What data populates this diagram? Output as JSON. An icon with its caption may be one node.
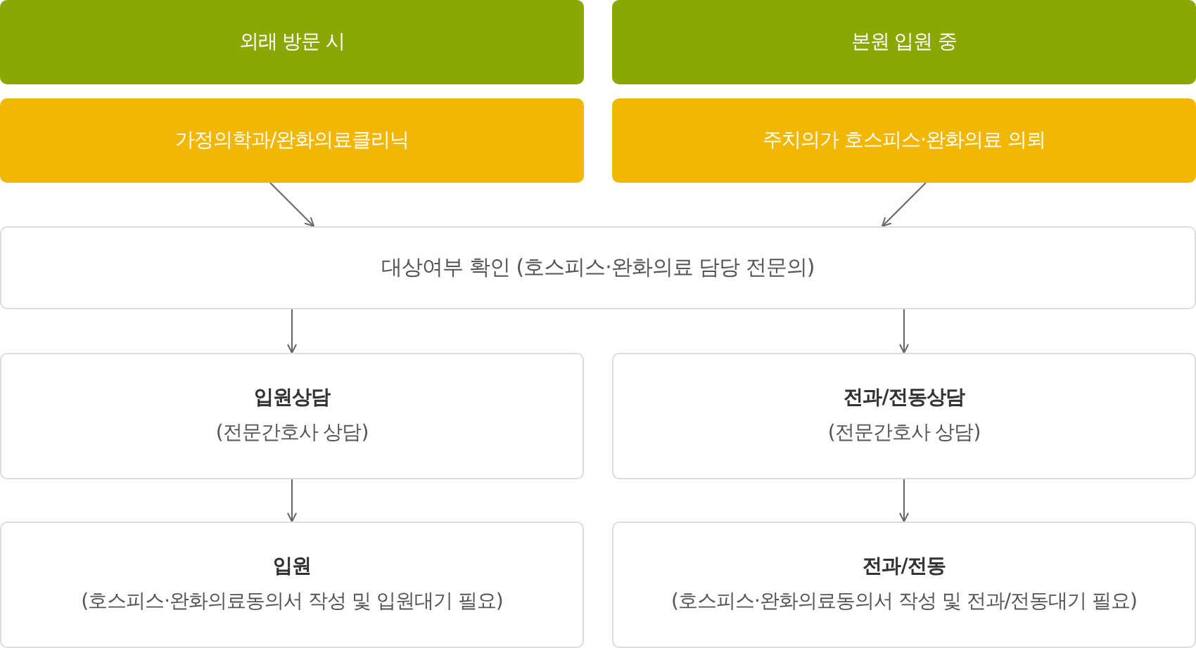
{
  "diagram": {
    "nodes": [
      {
        "text": [
          "외래 방문 시"
        ]
      },
      {
        "text": [
          "본원 입원 중"
        ]
      },
      {
        "text": [
          "가정의학과/완화의료클리닉"
        ]
      },
      {
        "text": [
          "주치의가 호스피스·완화의료 의뢰"
        ]
      },
      {
        "text": [
          "대상여부 확인 (호스피스·완화의료 담당 전문의)"
        ]
      },
      {
        "text": [
          "입원상담",
          "(전문간호사 상담)"
        ]
      },
      {
        "text": [
          "전과/전동상담",
          "(전문간호사 상담)"
        ]
      },
      {
        "text": [
          "입원",
          "(호스피스·완화의료동의서 작성 및 입원대기 필요)"
        ]
      },
      {
        "text": [
          "전과/전동",
          "(호스피스·완화의료동의서 작성 및 전과/전동대기 필요)"
        ]
      }
    ],
    "edges": [
      {
        "from": 2,
        "to": 4,
        "arrow": "to"
      },
      {
        "from": 3,
        "to": 4,
        "arrow": "to"
      },
      {
        "from": 4,
        "to": 5,
        "arrow": "to"
      },
      {
        "from": 4,
        "to": 6,
        "arrow": "to"
      },
      {
        "from": 5,
        "to": 7,
        "arrow": "to"
      },
      {
        "from": 6,
        "to": 8,
        "arrow": "to"
      }
    ]
  }
}
